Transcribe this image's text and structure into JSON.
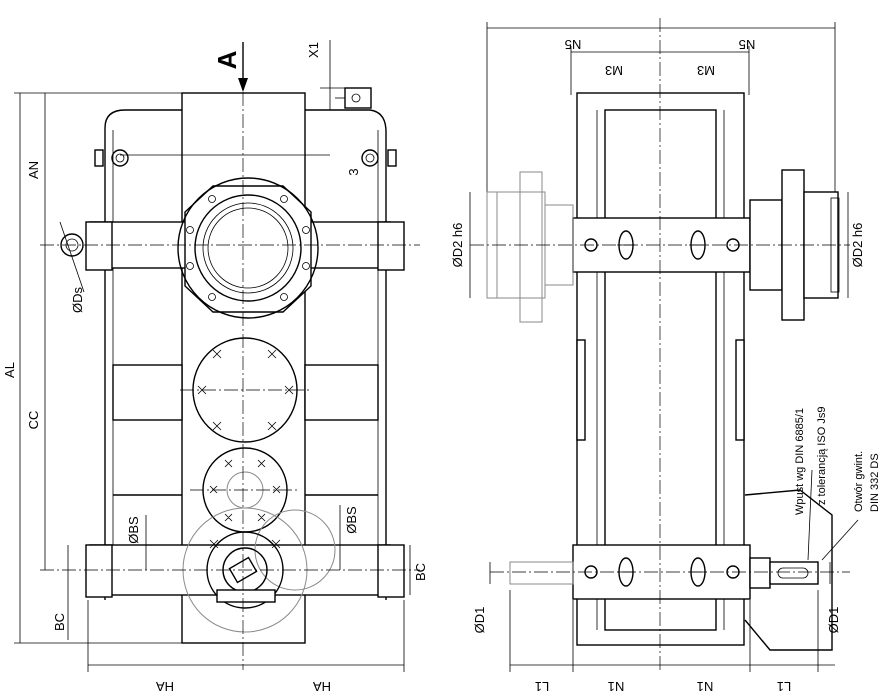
{
  "labels": {
    "view_arrow": "A",
    "x1": "X1",
    "an": "AN",
    "al": "AL",
    "cc": "CC",
    "ds": "ØDs",
    "bs_left": "ØBS",
    "bs_right": "ØBS",
    "bc_left": "BC",
    "bc_right": "BC",
    "ha_left": "HA",
    "ha_right": "HA",
    "num3": "3",
    "n5_left": "N5",
    "n5_right": "N5",
    "m3_left": "M3",
    "m3_right": "M3",
    "d2_left": "ØD2 h6",
    "d2_right": "ØD2 h6",
    "d1_left": "ØD1",
    "d1_right": "ØD1",
    "l1_left": "L1",
    "l1_right": "L1",
    "n1_left": "N1",
    "n1_right": "N1"
  },
  "notes": {
    "key_line1": "Wpust wg DIN 6885/1",
    "key_line2": "z tolerancją  ISO Js9",
    "thread_line1": "Otwór gwint.",
    "thread_line2": "DIN 332 DS"
  }
}
